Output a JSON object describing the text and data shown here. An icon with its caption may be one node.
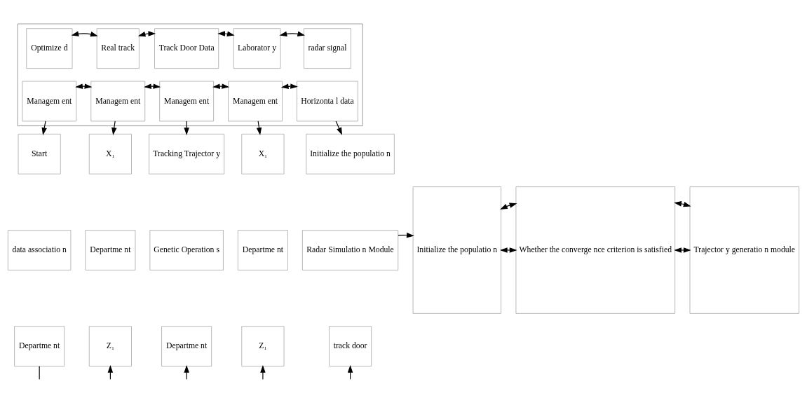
{
  "diagram": {
    "nodes": [
      {
        "text": [],
        "shape": "box"
      },
      {
        "text": [
          "Optimize d"
        ],
        "in": 0
      },
      {
        "text": [
          "Real track"
        ],
        "in": 0
      },
      {
        "text": [
          "Track Door Data"
        ],
        "in": 0
      },
      {
        "text": [
          "Laborator y"
        ],
        "in": 0
      },
      {
        "text": [
          "radar signal"
        ],
        "in": 0
      },
      {
        "text": [
          "Managem ent"
        ],
        "in": 0
      },
      {
        "text": [
          "Managem ent"
        ],
        "in": 0
      },
      {
        "text": [
          "Managem ent"
        ],
        "in": 0
      },
      {
        "text": [
          "Managem ent"
        ],
        "in": 0
      },
      {
        "text": [
          "Horizonta l data"
        ],
        "in": 0
      },
      {
        "text": [
          "Start"
        ]
      },
      {
        "text": [
          "data associatio n"
        ]
      },
      {
        "text": [
          "Departme nt"
        ]
      },
      {
        "text": [
          "X₁"
        ]
      },
      {
        "text": [
          "Departme nt"
        ]
      },
      {
        "text": [
          "Z₁"
        ]
      },
      {
        "text": [
          "Tracking Trajector y"
        ]
      },
      {
        "text": [
          "Genetic Operation s"
        ]
      },
      {
        "text": [
          "Departme nt"
        ]
      },
      {
        "text": [
          "X₁"
        ]
      },
      {
        "text": [
          "Departme nt"
        ]
      },
      {
        "text": [
          "Z₁"
        ]
      },
      {
        "text": [
          "Initialize the populatio n"
        ]
      },
      {
        "text": [
          "Radar Simulatio n Module"
        ]
      },
      {
        "text": [
          "track door"
        ]
      },
      {
        "text": [
          "Initialize the populatio n"
        ]
      },
      {
        "text": [
          "Whether the converge nce criterion is satisfied"
        ]
      },
      {
        "text": [
          "Trajector y generatio n module"
        ]
      }
    ],
    "edges": [
      {
        "from": 1,
        "to": 2,
        "arrow": "both"
      },
      {
        "from": 2,
        "to": 3,
        "arrow": "both"
      },
      {
        "from": 3,
        "to": 4,
        "arrow": "both"
      },
      {
        "from": 4,
        "to": 5,
        "arrow": "both"
      },
      {
        "from": 6,
        "to": 7,
        "arrow": "both"
      },
      {
        "from": 7,
        "to": 8,
        "arrow": "both"
      },
      {
        "from": 8,
        "to": 9,
        "arrow": "both"
      },
      {
        "from": 9,
        "to": 10,
        "arrow": "both"
      },
      {
        "from": 6,
        "to": 11,
        "arrow": "to"
      },
      {
        "from": 7,
        "to": 14,
        "arrow": "to"
      },
      {
        "from": 8,
        "to": 17,
        "arrow": "to"
      },
      {
        "from": 9,
        "to": 20,
        "arrow": "to"
      },
      {
        "from": 10,
        "to": 23,
        "arrow": "to"
      },
      {
        "from": 13,
        "to": null,
        "arrow": "none"
      },
      {
        "from": null,
        "to": 16,
        "arrow": "to"
      },
      {
        "from": null,
        "to": 19,
        "arrow": "to"
      },
      {
        "from": null,
        "to": 22,
        "arrow": "to"
      },
      {
        "from": null,
        "to": 25,
        "arrow": "to"
      },
      {
        "from": 24,
        "to": 26,
        "arrow": "to"
      },
      {
        "from": 26,
        "to": 27,
        "arrow": "both"
      },
      {
        "from": 26,
        "to": 27,
        "arrow": "both"
      },
      {
        "from": 27,
        "to": 28,
        "arrow": "both"
      },
      {
        "from": 27,
        "to": 28,
        "arrow": "both"
      }
    ]
  }
}
